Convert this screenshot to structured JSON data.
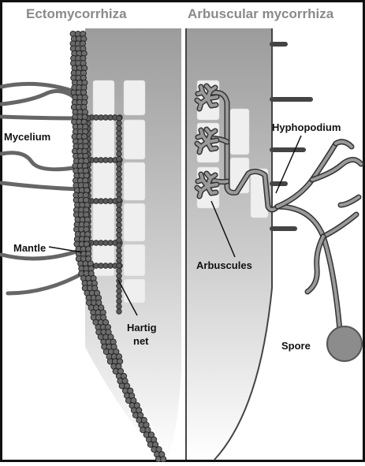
{
  "titles": {
    "left": "Ectomycorrhiza",
    "right": "Arbuscular mycorrhiza"
  },
  "labels": {
    "mycelium": "Mycelium",
    "mantle": "Mantle",
    "hartig_line1": "Hartig",
    "hartig_line2": "net",
    "hyphopodium": "Hyphopodium",
    "arbuscules": "Arbuscules",
    "spore": "Spore"
  },
  "colors": {
    "frame": "#111111",
    "root_top": "#9c9c9c",
    "root_bottom": "#ffffff",
    "cell": "#eeeeee",
    "hyphae": "#6a6a6a",
    "hyphae_dark": "#3a3a3a",
    "title": "#8a8a8a"
  }
}
